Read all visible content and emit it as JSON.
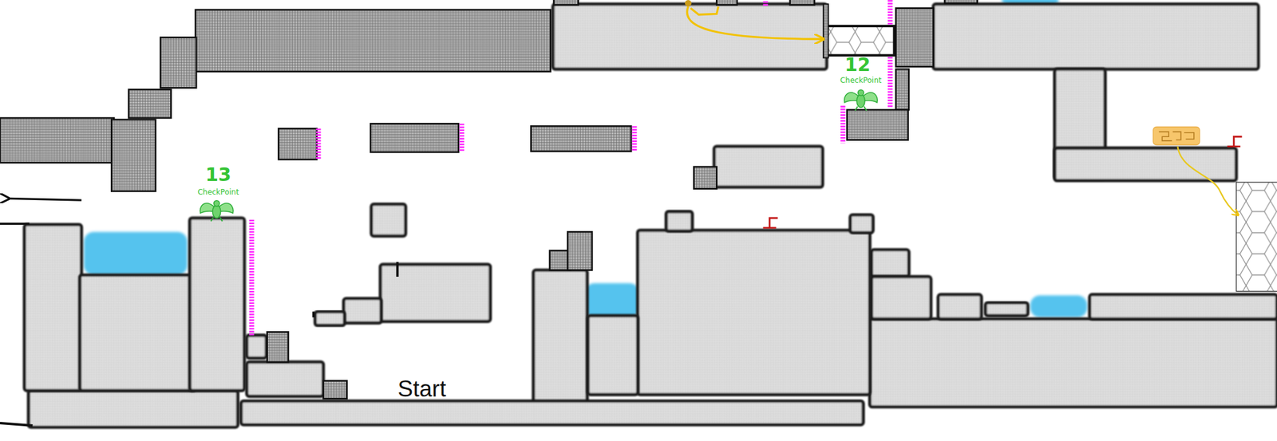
{
  "diagram": {
    "labels": [
      "12",
      "CheckPoint",
      "13",
      "CheckPoint",
      "Start"
    ]
  }
}
